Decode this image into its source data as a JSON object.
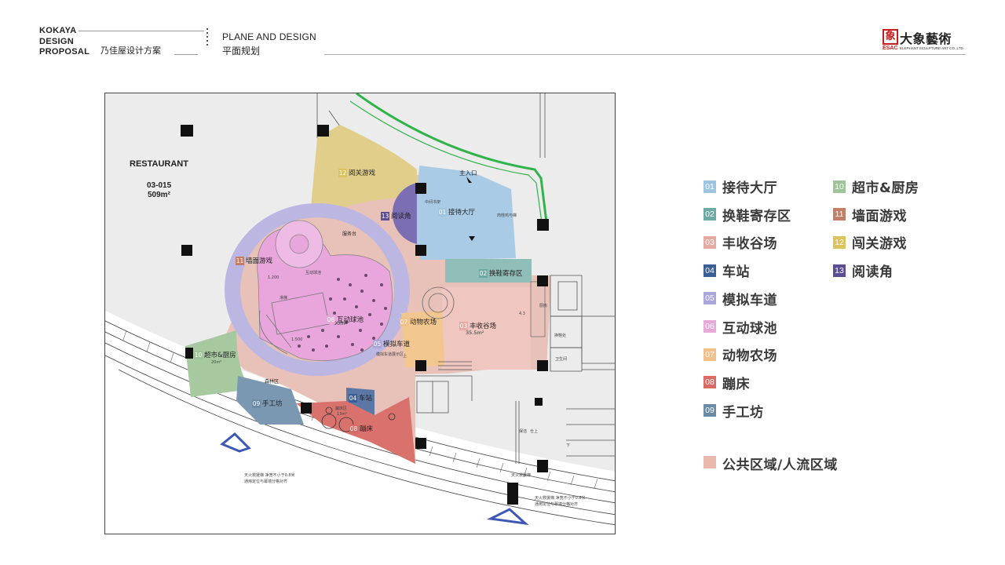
{
  "header": {
    "brand_lines": [
      "KOKAYA",
      "DESIGN",
      "PROPOSAL"
    ],
    "project": "乃佳屋设计方案",
    "section_en": "PLANE AND DESIGN",
    "section_cn": "平面规划"
  },
  "logo": {
    "mark": "象",
    "name_cn": "大象藝術",
    "abbr": "ESAC",
    "name_en": "ELEPHANT SCULPTURE ART CO.,LTD."
  },
  "plan": {
    "restaurant": "RESTAURANT",
    "unit_id": "03-015",
    "unit_area": "509m²",
    "entrance": "主入口",
    "ball_pool_area": "90m²",
    "harvest_area": "35.5m²",
    "labels": [
      {
        "num": "12",
        "text": "阅关游戏"
      },
      {
        "num": "13",
        "text": "阅读角"
      },
      {
        "num": "01",
        "text": "接待大厅"
      },
      {
        "num": "11",
        "text": "墙面游戏"
      },
      {
        "num": "02",
        "text": "换鞋寄存区"
      },
      {
        "num": "07",
        "text": "动物农场"
      },
      {
        "num": "03",
        "text": "丰收谷场"
      },
      {
        "num": "06",
        "text": "互动球池"
      },
      {
        "num": "05",
        "text": "模拟车道"
      },
      {
        "num": "10",
        "text": "超市&厨房"
      },
      {
        "num": "09",
        "text": "手工坊"
      },
      {
        "num": "04",
        "text": "车站"
      },
      {
        "num": "08",
        "text": "蹦床"
      }
    ],
    "small_text": {
      "service": "服务台",
      "forest": "森林区"
    }
  },
  "legend": {
    "items": [
      {
        "num": "01",
        "label": "接待大厅",
        "color": "#9ec4e0"
      },
      {
        "num": "02",
        "label": "换鞋寄存区",
        "color": "#6fa9a3"
      },
      {
        "num": "03",
        "label": "丰收谷场",
        "color": "#e5aaa2"
      },
      {
        "num": "04",
        "label": "车站",
        "color": "#3b5f95"
      },
      {
        "num": "05",
        "label": "模拟车道",
        "color": "#a9a6db"
      },
      {
        "num": "06",
        "label": "互动球池",
        "color": "#e7a9d8"
      },
      {
        "num": "07",
        "label": "动物农场",
        "color": "#f0bf8a"
      },
      {
        "num": "08",
        "label": "蹦床",
        "color": "#d96b66"
      },
      {
        "num": "09",
        "label": "手工坊",
        "color": "#6a8aa6"
      },
      {
        "num": "10",
        "label": "超市&厨房",
        "color": "#9ec497"
      },
      {
        "num": "11",
        "label": "墙面游戏",
        "color": "#c47d66"
      },
      {
        "num": "12",
        "label": "闯关游戏",
        "color": "#dcc35c"
      },
      {
        "num": "13",
        "label": "阅读角",
        "color": "#5d4d95"
      }
    ],
    "public_label": "公共区域/人流区域",
    "public_color": "#e8b9ac"
  }
}
